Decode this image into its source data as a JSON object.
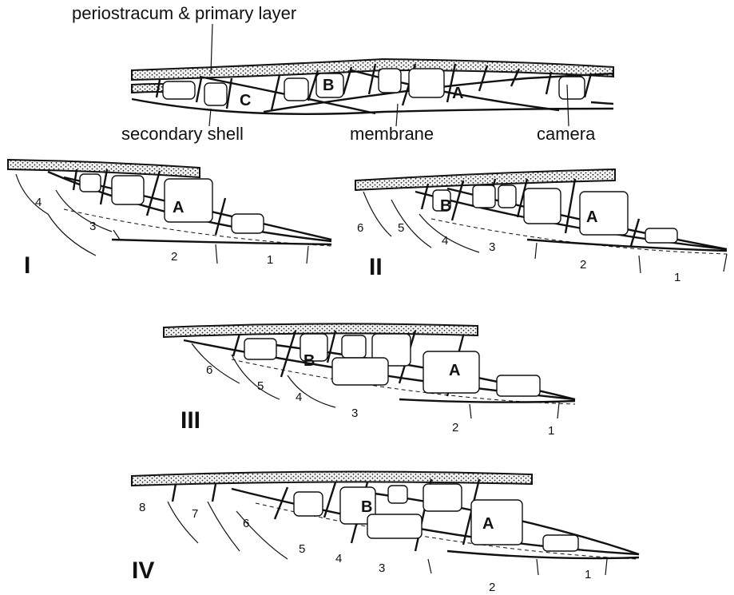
{
  "labels": {
    "periostracum": "periostracum & primary layer",
    "secondary_shell": "secondary shell",
    "membrane": "membrane",
    "camera": "camera"
  },
  "top_chambers": [
    "C",
    "B",
    "A"
  ],
  "stages": [
    {
      "label": "I",
      "chambers": [
        "A"
      ],
      "septa": [
        "4",
        "3",
        "2",
        "1"
      ]
    },
    {
      "label": "II",
      "chambers": [
        "B",
        "A"
      ],
      "septa": [
        "6",
        "5",
        "4",
        "3",
        "2",
        "1"
      ]
    },
    {
      "label": "III",
      "chambers": [
        "B",
        "A"
      ],
      "septa": [
        "6",
        "5",
        "4",
        "3",
        "2",
        "1"
      ]
    },
    {
      "label": "IV",
      "chambers": [
        "B",
        "A"
      ],
      "septa": [
        "8",
        "7",
        "6",
        "5",
        "4",
        "3",
        "2",
        "1"
      ]
    }
  ]
}
